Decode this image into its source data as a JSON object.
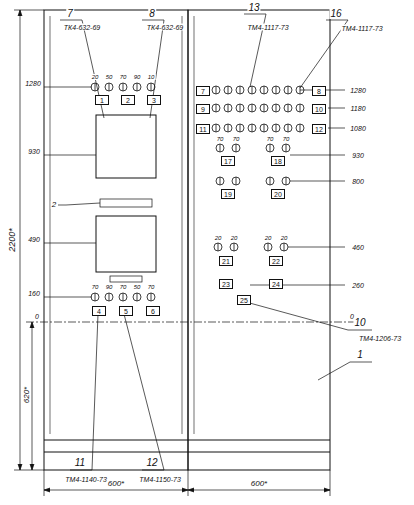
{
  "diagram": {
    "nodes": [
      {
        "text": [
          "1"
        ]
      },
      {
        "text": [
          "2"
        ]
      },
      {
        "text": [
          "3"
        ]
      },
      {
        "text": [
          "4"
        ]
      },
      {
        "text": [
          "5"
        ]
      },
      {
        "text": [
          "6"
        ]
      },
      {
        "text": [
          "7"
        ]
      },
      {
        "text": [
          "8"
        ]
      },
      {
        "text": [
          "9"
        ]
      },
      {
        "text": [
          "10"
        ]
      },
      {
        "text": [
          "11"
        ]
      },
      {
        "text": [
          "12"
        ]
      },
      {
        "text": [
          "17"
        ]
      },
      {
        "text": [
          "18"
        ]
      },
      {
        "text": [
          "19"
        ]
      },
      {
        "text": [
          "20"
        ]
      },
      {
        "text": [
          "21"
        ]
      },
      {
        "text": [
          "22"
        ]
      },
      {
        "text": [
          "23"
        ]
      },
      {
        "text": [
          "24"
        ]
      },
      {
        "text": [
          "25"
        ]
      }
    ],
    "labels": [
      "7",
      "ТК4-632-69",
      "8",
      "ТК4-632-69",
      "13",
      "ТМ4-1117-73",
      "16",
      "ТМ4-1117-73",
      "10",
      "ТМ4-1206-73",
      "1",
      "11",
      "ТМ4-1140-73",
      "12",
      "ТМ4-1150-73",
      "2",
      "2200*",
      "620*",
      "1280",
      "930",
      "490",
      "160",
      "0",
      "1280",
      "1180",
      "1080",
      "930",
      "800",
      "460",
      "260",
      "0",
      "600*",
      "600*",
      "20",
      "50",
      "70",
      "90",
      "10",
      "70",
      "90",
      "70",
      "50",
      "70",
      "70",
      "70",
      "70",
      "70",
      "20",
      "20",
      "20",
      "20"
    ]
  }
}
